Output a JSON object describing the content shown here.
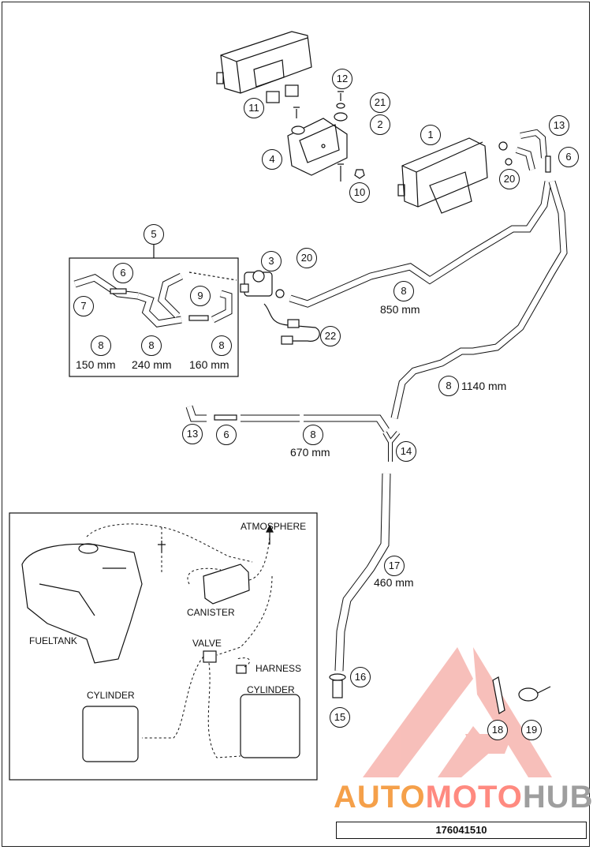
{
  "callouts": {
    "c1": "1",
    "c2": "2",
    "c3": "3",
    "c4": "4",
    "c5": "5",
    "c6a": "6",
    "c6b": "6",
    "c6c": "6",
    "c7": "7",
    "c8a": "8",
    "c8b": "8",
    "c8c": "8",
    "c8d": "8",
    "c8e": "8",
    "c8f": "8",
    "c9": "9",
    "c10": "10",
    "c11": "11",
    "c12": "12",
    "c13a": "13",
    "c13b": "13",
    "c14": "14",
    "c15": "15",
    "c16": "16",
    "c17": "17",
    "c18": "18",
    "c19": "19",
    "c20a": "20",
    "c20b": "20",
    "c21": "21",
    "c22": "22"
  },
  "lengths": {
    "l150": "150 mm",
    "l240": "240 mm",
    "l160": "160 mm",
    "l850": "850 mm",
    "l1140": "1140 mm",
    "l670": "670 mm",
    "l460": "460 mm"
  },
  "schematic": {
    "atmosphere": "ATMOSPHERE",
    "canister": "CANISTER",
    "fueltank": "FUELTANK",
    "valve": "VALVE",
    "harness": "HARNESS",
    "cylinder_left": "CYLINDER",
    "cylinder_right": "CYLINDER"
  },
  "watermark": {
    "part1": "AUTO",
    "part2": "MOTO",
    "part3": "HUB",
    "color1": "#f5a04a",
    "color2": "#ff8a80",
    "color3": "#9e9e9e"
  },
  "document_number": "176041510"
}
